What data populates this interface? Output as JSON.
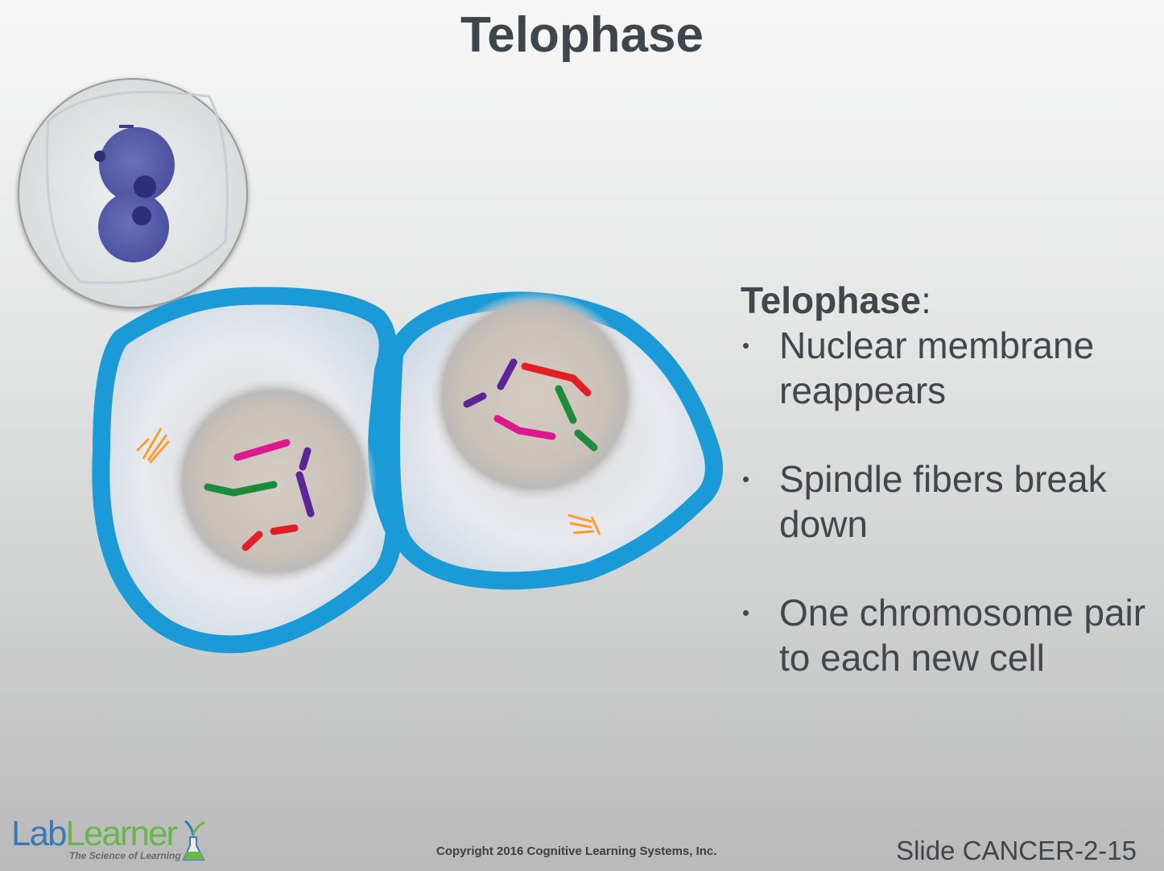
{
  "slide": {
    "title": "Telophase",
    "info": {
      "heading": "Telophase",
      "heading_suffix": ":",
      "bullets": [
        "Nuclear membrane reappears",
        "Spindle fibers break down",
        "One chromosome pair to each new cell"
      ],
      "bullet_symbol": "•"
    },
    "logo": {
      "part1": "Lab",
      "part2": "Learner",
      "tagline": "The Science of Learning"
    },
    "footer": {
      "copyright": "Copyright 2016 Cognitive Learning Systems, Inc.",
      "slide_number": "Slide CANCER-2-15"
    },
    "colors": {
      "membrane": "#1a9bd7",
      "text": "#41474c",
      "logo_blue": "#3a7bb5",
      "logo_green": "#6cb54a"
    }
  }
}
